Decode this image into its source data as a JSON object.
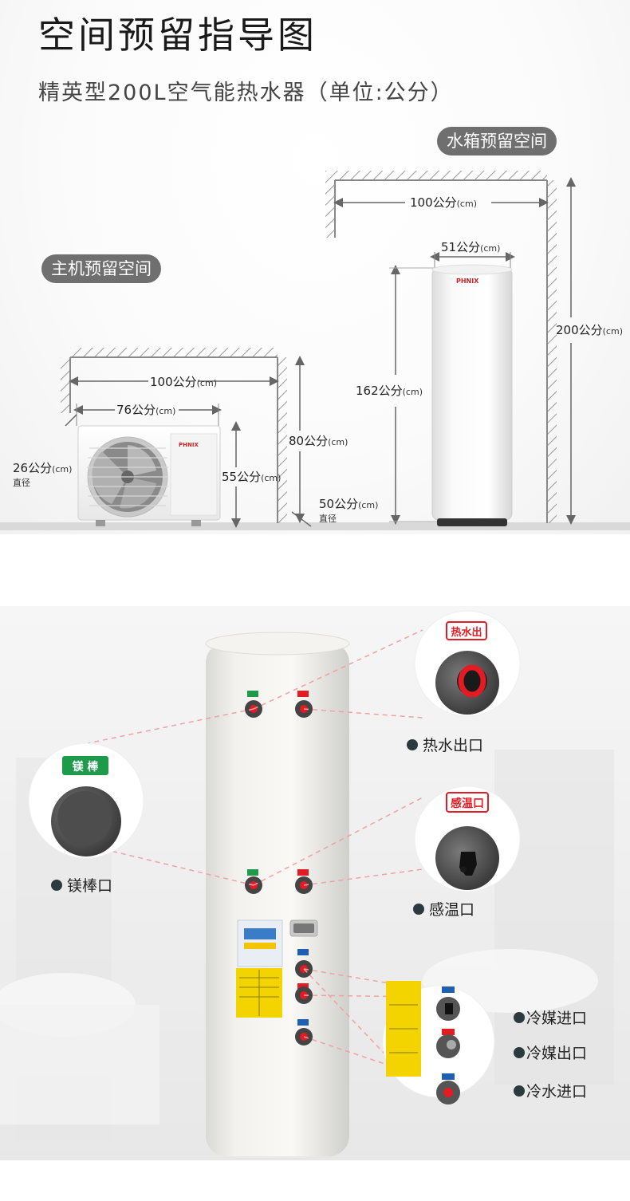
{
  "header": {
    "title": "空间预留指导图",
    "subtitle": "精英型200L空气能热水器（单位:公分）"
  },
  "labels": {
    "tank_space": "水箱预留空间",
    "host_space": "主机预留空间"
  },
  "unit_suffix": "(cm)",
  "diameter_note": "直径",
  "dimensions": {
    "tank_wall_width": "100公分",
    "tank_width": "51公分",
    "tank_height": "162公分",
    "tank_wall_height": "200公分",
    "host_wall_width": "100公分",
    "host_width": "76公分",
    "host_depth": "26公分",
    "host_height": "55公分",
    "host_wall_height": "80公分",
    "host_base": "50公分"
  },
  "brand": "PHNIX",
  "ports": {
    "hot_water_out": "热水出口",
    "magnesium_rod": "镁棒口",
    "temp_sensor": "感温口",
    "refrigerant_in": "冷媒进口",
    "refrigerant_out": "冷媒出口",
    "cold_water_in": "冷水进口"
  },
  "port_tags": {
    "hot_water_out": "热水出",
    "magnesium_rod": "镁  棒",
    "temp_sensor": "感温口"
  },
  "colors": {
    "pill_bg": "#6f6f6f",
    "port_red": "#e31b23",
    "tag_green": "#1d9a4a",
    "tag_red": "#e31b23",
    "tag_blue": "#1f5fb0",
    "warning_yellow": "#f3d400"
  }
}
